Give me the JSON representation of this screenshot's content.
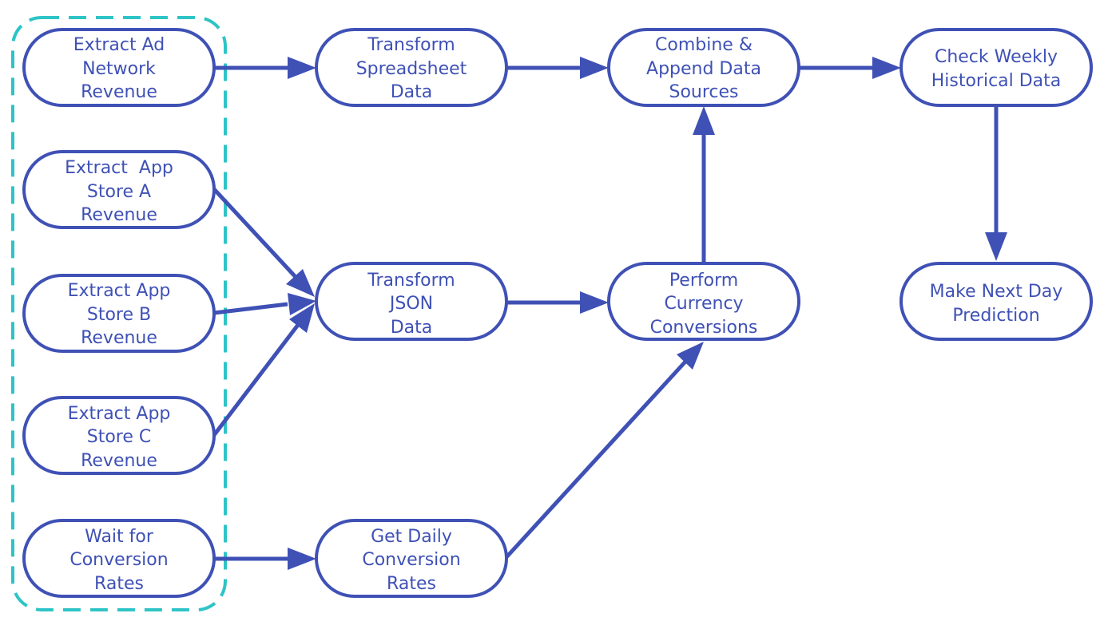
{
  "diagram": {
    "colors": {
      "node_stroke": "#3f51b5",
      "node_text": "#3f51b5",
      "edge": "#3f51b5",
      "group_stroke": "#2ec4c6"
    },
    "nodes": {
      "extract_ad": {
        "lines": [
          "Extract Ad",
          "Network",
          "Revenue"
        ]
      },
      "extract_a": {
        "lines": [
          "Extract  App",
          "Store A",
          "Revenue"
        ]
      },
      "extract_b": {
        "lines": [
          "Extract App",
          "Store B",
          "Revenue"
        ]
      },
      "extract_c": {
        "lines": [
          "Extract App",
          "Store C",
          "Revenue"
        ]
      },
      "wait_rates": {
        "lines": [
          "Wait for",
          "Conversion",
          "Rates"
        ]
      },
      "transform_sheet": {
        "lines": [
          "Transform",
          "Spreadsheet",
          "Data"
        ]
      },
      "transform_json": {
        "lines": [
          "Transform",
          "JSON",
          "Data"
        ]
      },
      "get_rates": {
        "lines": [
          "Get Daily",
          "Conversion",
          "Rates"
        ]
      },
      "combine": {
        "lines": [
          "Combine &",
          "Append Data",
          "Sources"
        ]
      },
      "currency": {
        "lines": [
          "Perform",
          "Currency",
          "Conversions"
        ]
      },
      "check_weekly": {
        "lines": [
          "Check Weekly",
          "Historical Data"
        ]
      },
      "predict": {
        "lines": [
          "Make Next Day",
          "Prediction"
        ]
      }
    },
    "edges": [
      {
        "from": "extract_ad",
        "to": "transform_sheet"
      },
      {
        "from": "extract_a",
        "to": "transform_json"
      },
      {
        "from": "extract_b",
        "to": "transform_json"
      },
      {
        "from": "extract_c",
        "to": "transform_json"
      },
      {
        "from": "wait_rates",
        "to": "get_rates"
      },
      {
        "from": "transform_sheet",
        "to": "combine"
      },
      {
        "from": "transform_json",
        "to": "currency"
      },
      {
        "from": "get_rates",
        "to": "currency"
      },
      {
        "from": "currency",
        "to": "combine"
      },
      {
        "from": "combine",
        "to": "check_weekly"
      },
      {
        "from": "check_weekly",
        "to": "predict"
      }
    ]
  }
}
